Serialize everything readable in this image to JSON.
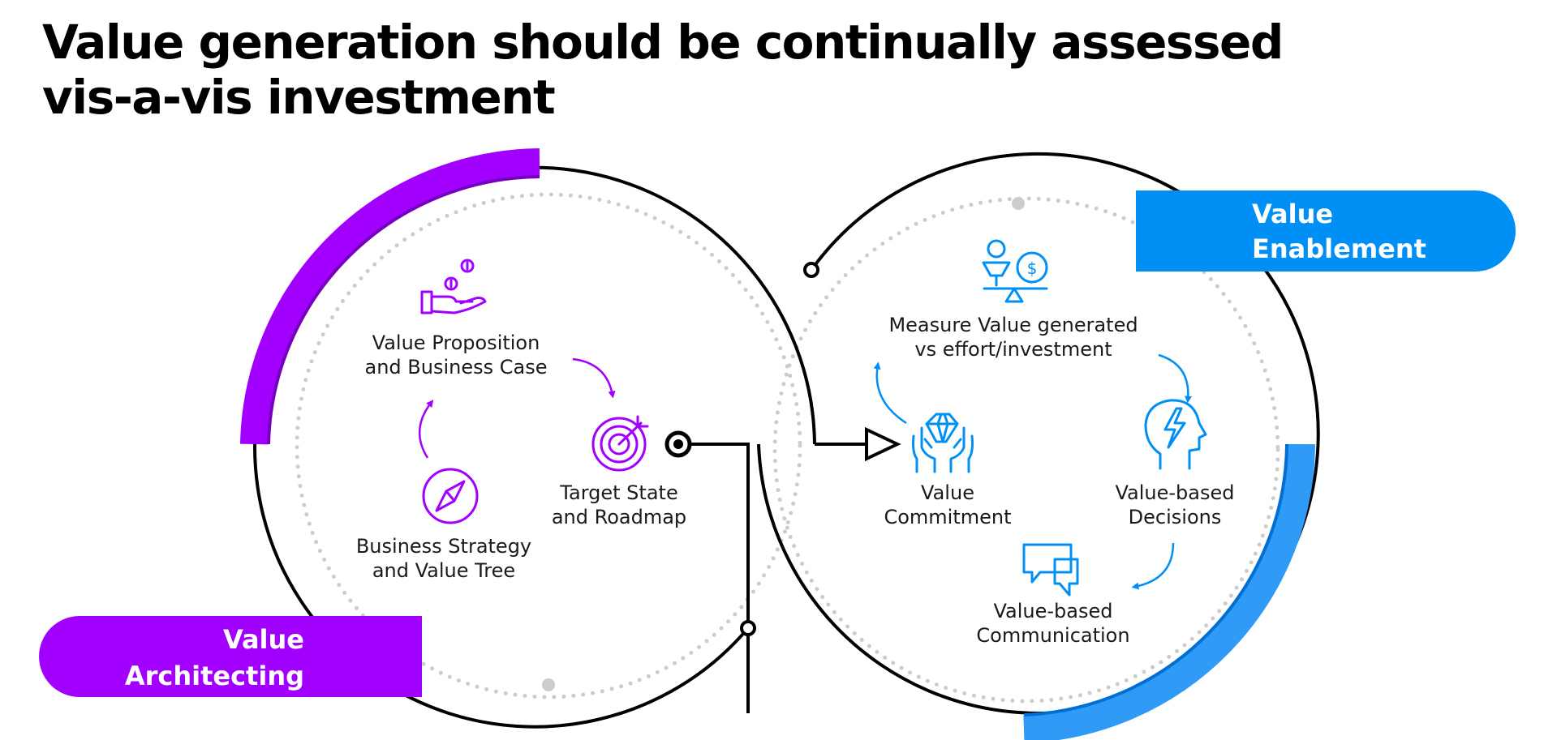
{
  "title": {
    "line1": "Value generation should be continually assessed",
    "line2": "vis-a-vis investment"
  },
  "colors": {
    "purple": "#A100FF",
    "purple_dark": "#7500C0",
    "blue": "#0090F5",
    "blue_light": "#2F9BF7",
    "blue_dark": "#006FD4",
    "line": "#000000",
    "dots": "#CCCCCC"
  },
  "architecting": {
    "pill_line1": "Value",
    "pill_line2": "Architecting",
    "steps": {
      "proposition": {
        "line1": "Value Proposition",
        "line2": "and Business Case",
        "icon": "hand-coins-icon"
      },
      "target": {
        "line1": "Target State",
        "line2": "and Roadmap",
        "icon": "target-icon"
      },
      "strategy": {
        "line1": "Business Strategy",
        "line2": "and Value Tree",
        "icon": "compass-icon"
      }
    }
  },
  "enablement": {
    "pill_line1": "Value",
    "pill_line2": "Enablement",
    "steps": {
      "measure": {
        "line1": "Measure Value generated",
        "line2": "vs effort/investment",
        "icon": "scale-dollar-icon"
      },
      "commitment": {
        "line1": "Value",
        "line2": "Commitment",
        "icon": "hands-diamond-icon"
      },
      "decisions": {
        "line1": "Value-based",
        "line2": "Decisions",
        "icon": "head-lightning-icon"
      },
      "communication": {
        "line1": "Value-based",
        "line2": "Communication",
        "icon": "chat-bubbles-icon"
      }
    }
  }
}
